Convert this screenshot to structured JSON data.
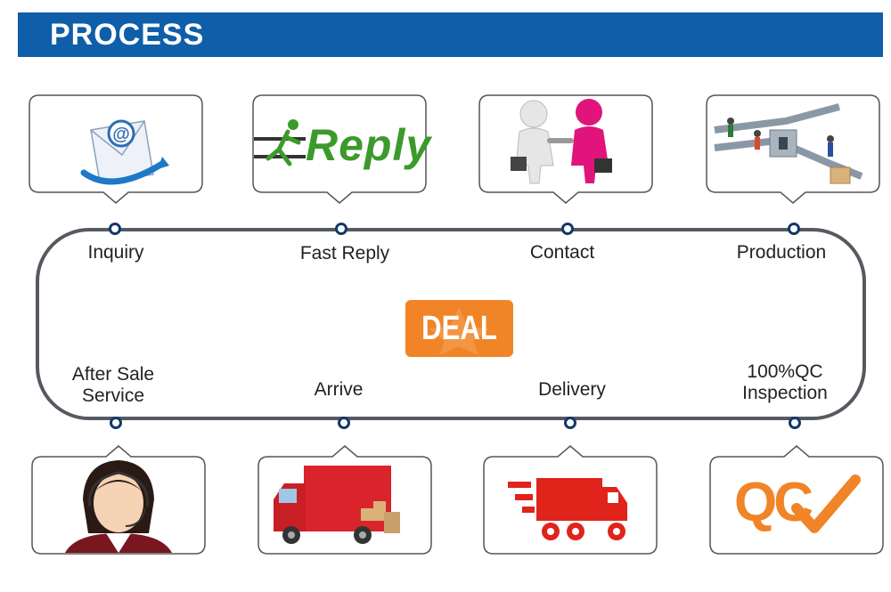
{
  "header": {
    "title": "PROCESS"
  },
  "center": {
    "label": "DEAL"
  },
  "steps": {
    "inquiry": {
      "label": "Inquiry"
    },
    "fast_reply": {
      "label": "Fast Reply",
      "card_text": "Reply"
    },
    "contact": {
      "label": "Contact"
    },
    "production": {
      "label": "Production"
    },
    "after_sale": {
      "label_line1": "After Sale",
      "label_line2": "Service"
    },
    "arrive": {
      "label": "Arrive"
    },
    "delivery": {
      "label": "Delivery"
    },
    "qc": {
      "label_line1": "100%QC",
      "label_line2": "Inspection",
      "card_text": "QC"
    }
  },
  "colors": {
    "header": "#0e5eaa",
    "loop": "#555a60",
    "dot": "#13386b",
    "deal": "#f08427",
    "reply_green": "#3c9a2c",
    "truck_red": "#e0231b",
    "qc_orange": "#f08427"
  }
}
